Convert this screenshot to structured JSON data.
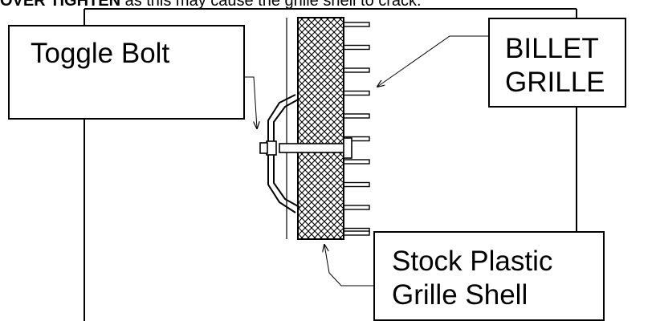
{
  "header": {
    "bold_word": "OVER TIGHTEN",
    "rest": " as this may cause the grille shell to crack."
  },
  "callouts": {
    "toggle_bolt": "Toggle Bolt",
    "billet_grille_line1": "BILLET",
    "billet_grille_line2": "GRILLE",
    "stock_plastic_line1": "Stock Plastic",
    "stock_plastic_line2": "Grille Shell"
  },
  "colors": {
    "line": "#000000",
    "background": "#ffffff"
  }
}
